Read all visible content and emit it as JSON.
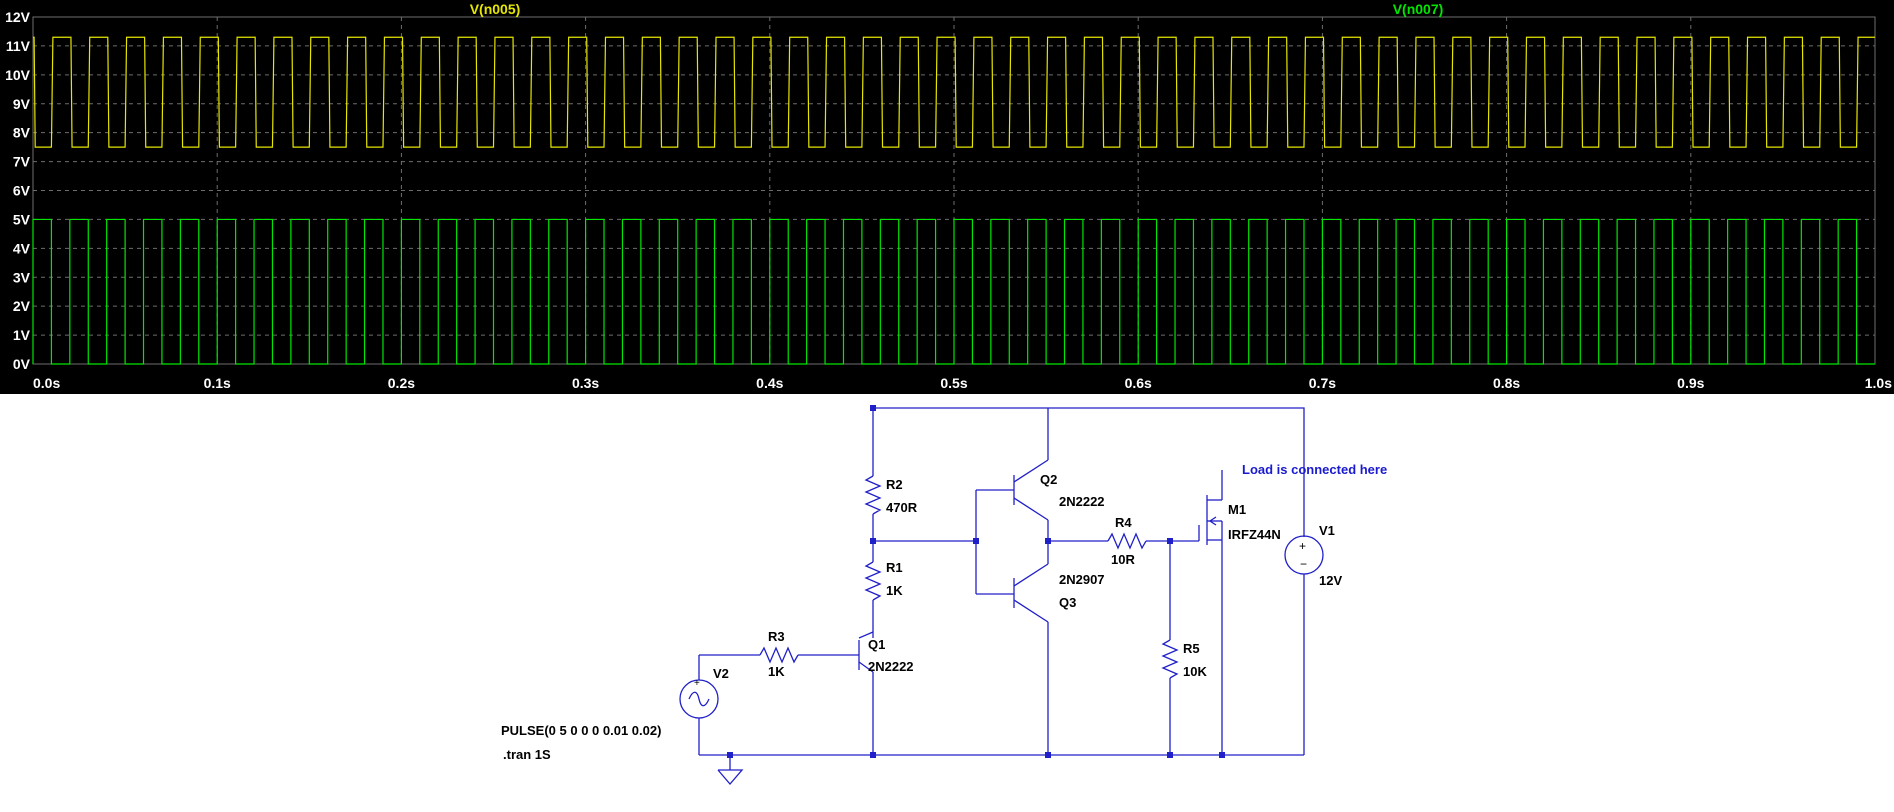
{
  "waveform": {
    "background_color": "#000000",
    "grid_color": "#6e6e6e",
    "axis_text_color": "#ffffff",
    "series": [
      {
        "name": "V(n005)",
        "color": "#e6e600",
        "low": 7.5,
        "high": 11.3
      },
      {
        "name": "V(n007)",
        "color": "#00e600",
        "low": 0,
        "high": 5
      }
    ]
  },
  "chart_data": {
    "type": "line",
    "xlabel": "",
    "ylabel": "",
    "xlim": [
      0,
      1.0
    ],
    "ylim": [
      0,
      12
    ],
    "x_ticks": [
      "0.0s",
      "0.1s",
      "0.2s",
      "0.3s",
      "0.4s",
      "0.5s",
      "0.6s",
      "0.7s",
      "0.8s",
      "0.9s",
      "1.0s"
    ],
    "y_ticks": [
      "0V",
      "1V",
      "2V",
      "3V",
      "4V",
      "5V",
      "6V",
      "7V",
      "8V",
      "9V",
      "10V",
      "11V",
      "12V"
    ],
    "grid": true,
    "signal": {
      "period_s": 0.02,
      "pulse_width_s": 0.01,
      "cycles": 50
    },
    "series": [
      {
        "name": "V(n005)",
        "low": 7.5,
        "high": 11.3
      },
      {
        "name": "V(n007)",
        "low": 0,
        "high": 5
      }
    ]
  },
  "schematic": {
    "wire_color": "#2020c8",
    "text_color": "#000000",
    "note_color": "#1a1ad0",
    "components": {
      "R1": {
        "name": "R1",
        "value": "1K"
      },
      "R2": {
        "name": "R2",
        "value": "470R"
      },
      "R3": {
        "name": "R3",
        "value": "1K"
      },
      "R4": {
        "name": "R4",
        "value": "10R"
      },
      "R5": {
        "name": "R5",
        "value": "10K"
      },
      "Q1": {
        "name": "Q1",
        "model": "2N2222"
      },
      "Q2": {
        "name": "Q2",
        "model": "2N2222"
      },
      "Q3": {
        "name": "Q3",
        "model": "2N2907"
      },
      "M1": {
        "name": "M1",
        "model": "IRFZ44N"
      },
      "V1": {
        "name": "V1",
        "value": "12V"
      },
      "V2": {
        "name": "V2"
      }
    },
    "directives": {
      "pulse": "PULSE(0 5 0 0 0 0.01 0.02)",
      "tran": ".tran 1S"
    },
    "note": "Load is connected here"
  }
}
